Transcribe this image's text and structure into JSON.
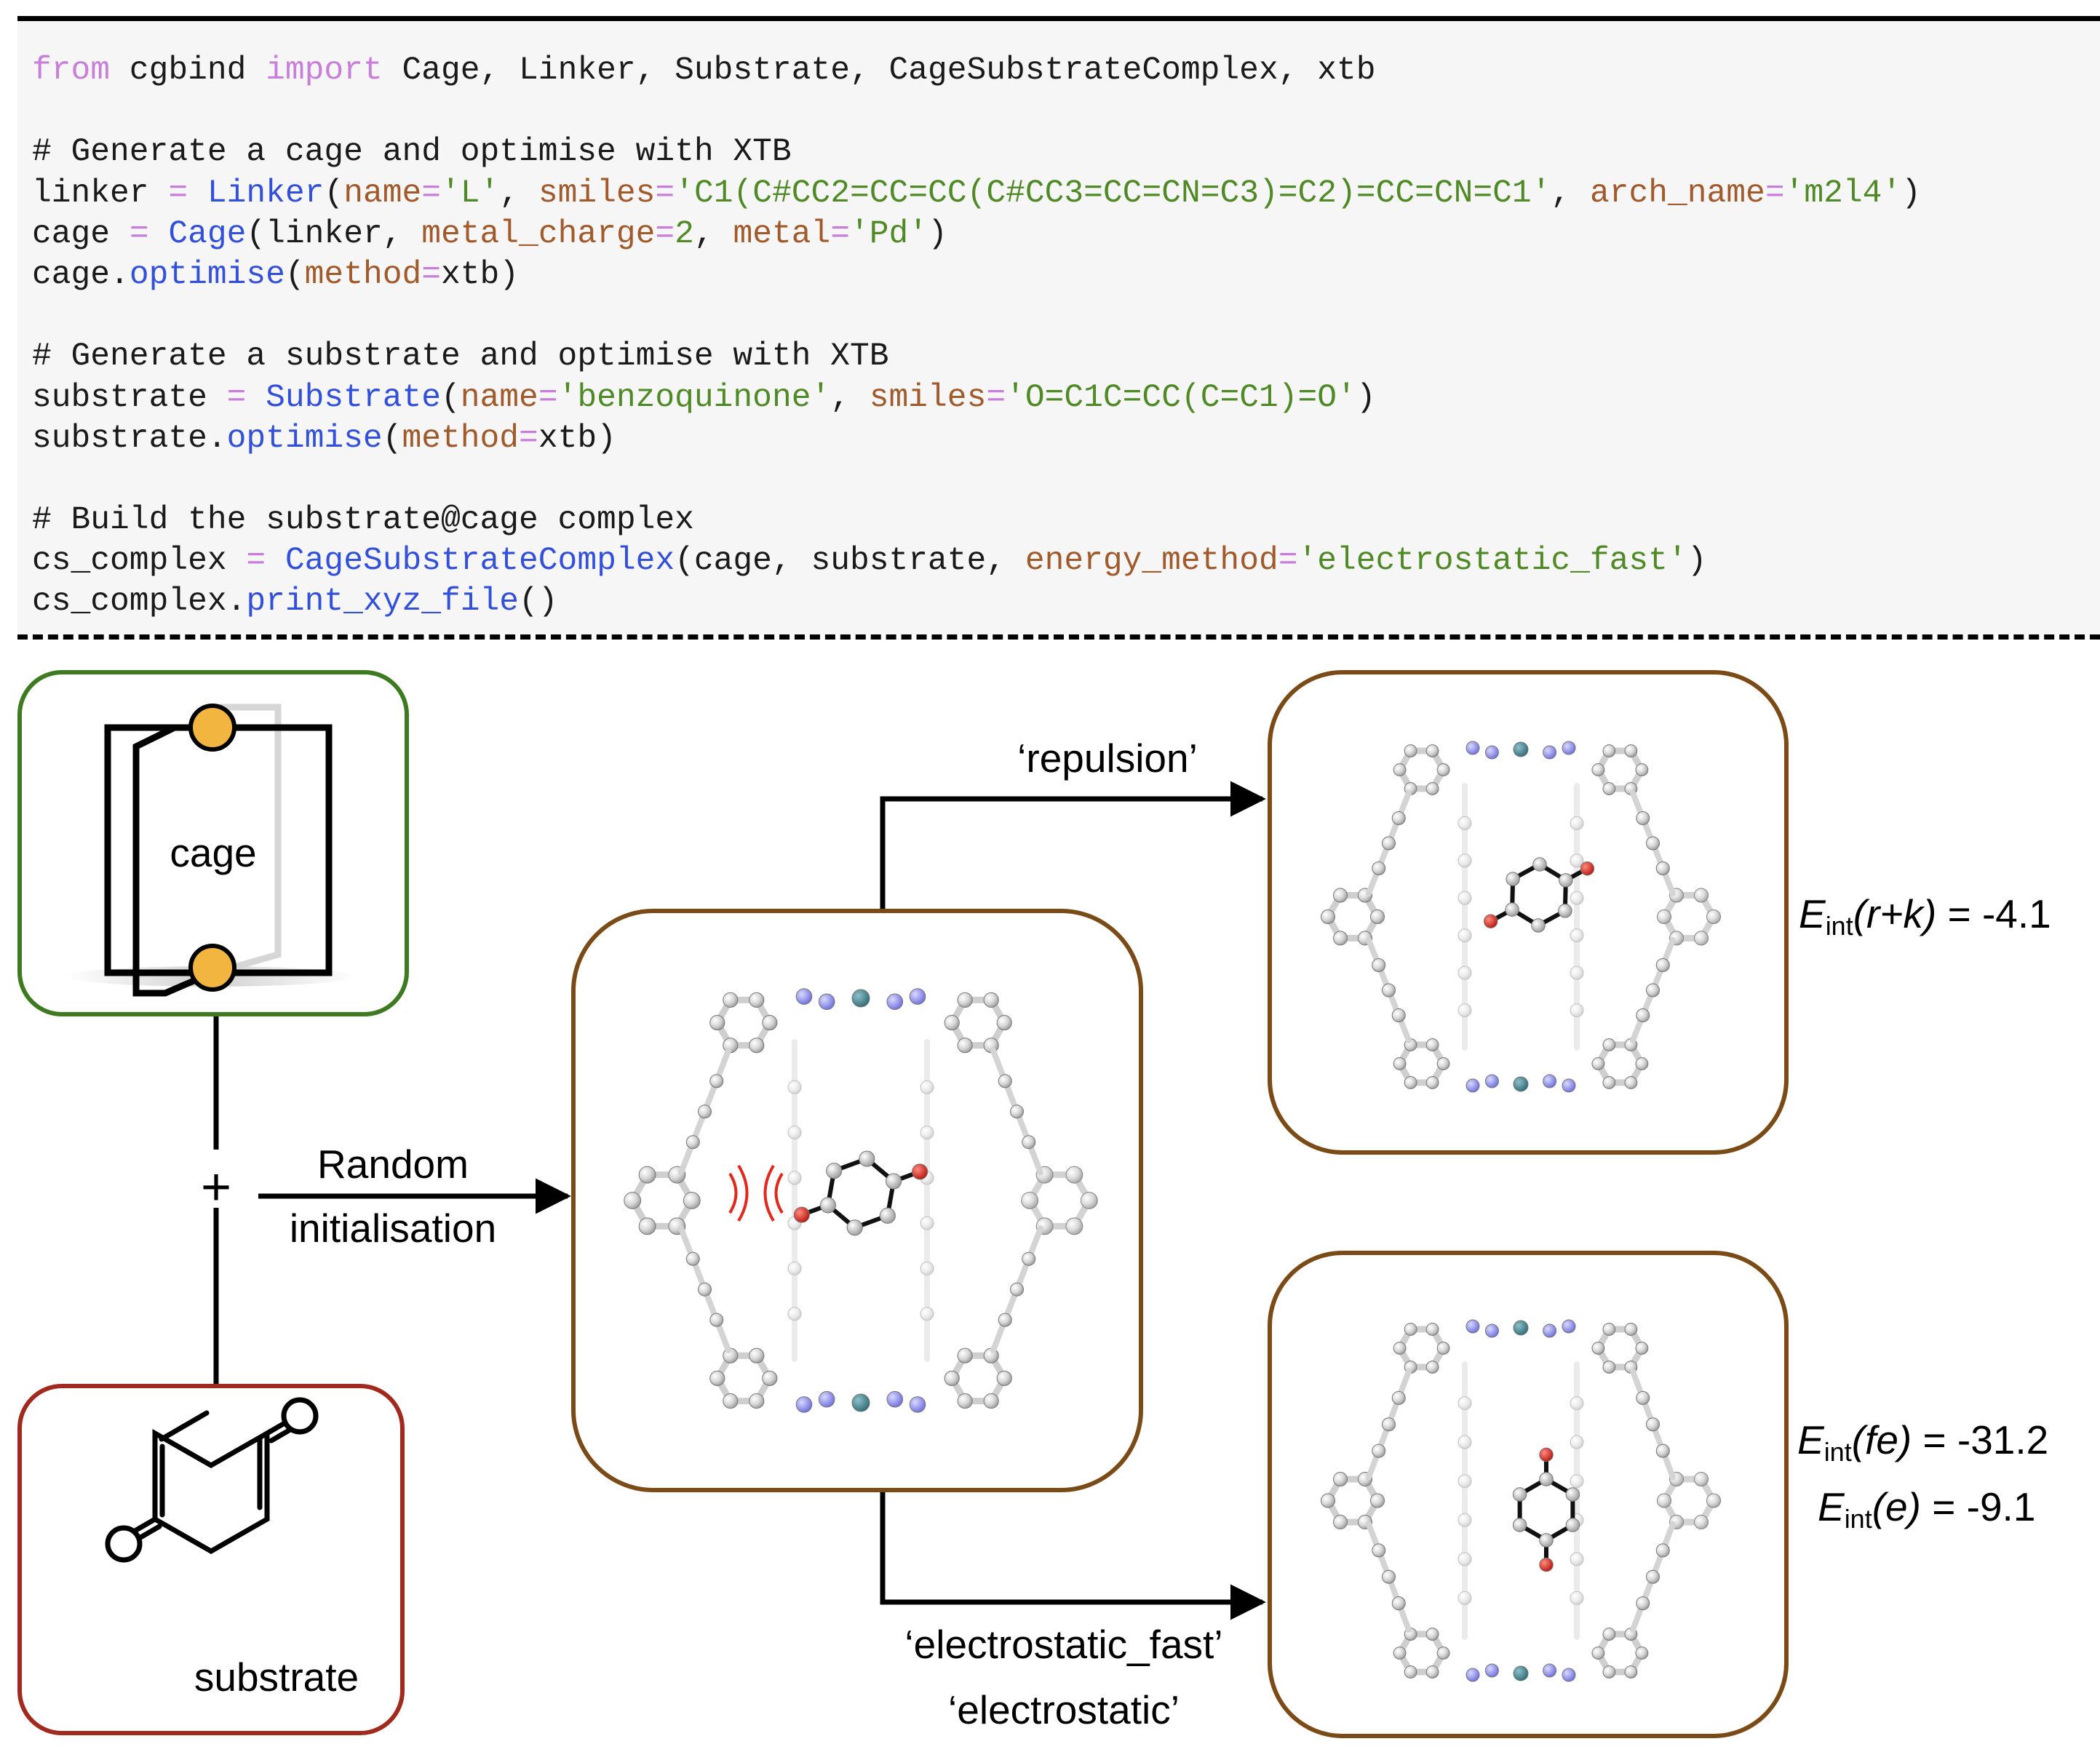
{
  "code": {
    "lines": [
      [
        [
          "kw",
          "from"
        ],
        [
          "t",
          " cgbind "
        ],
        [
          "kw",
          "import"
        ],
        [
          "t",
          " Cage, Linker, Substrate, CageSubstrateComplex, xtb"
        ]
      ],
      [],
      [
        [
          "cm",
          "# Generate a cage and optimise with XTB"
        ]
      ],
      [
        [
          "t",
          "linker "
        ],
        [
          "op",
          "="
        ],
        [
          "t",
          " "
        ],
        [
          "cls",
          "Linker"
        ],
        [
          "t",
          "("
        ],
        [
          "par",
          "name"
        ],
        [
          "op",
          "="
        ],
        [
          "str",
          "'L'"
        ],
        [
          "t",
          ", "
        ],
        [
          "par",
          "smiles"
        ],
        [
          "op",
          "="
        ],
        [
          "str",
          "'C1(C#CC2=CC=CC(C#CC3=CC=CN=C3)=C2)=CC=CN=C1'"
        ],
        [
          "t",
          ", "
        ],
        [
          "par",
          "arch_name"
        ],
        [
          "op",
          "="
        ],
        [
          "str",
          "'m2l4'"
        ],
        [
          "t",
          ")"
        ]
      ],
      [
        [
          "t",
          "cage "
        ],
        [
          "op",
          "="
        ],
        [
          "t",
          " "
        ],
        [
          "cls",
          "Cage"
        ],
        [
          "t",
          "(linker, "
        ],
        [
          "par",
          "metal_charge"
        ],
        [
          "op",
          "="
        ],
        [
          "str",
          "2"
        ],
        [
          "t",
          ", "
        ],
        [
          "par",
          "metal"
        ],
        [
          "op",
          "="
        ],
        [
          "str",
          "'Pd'"
        ],
        [
          "t",
          ")"
        ]
      ],
      [
        [
          "t",
          "cage."
        ],
        [
          "fn",
          "optimise"
        ],
        [
          "t",
          "("
        ],
        [
          "par",
          "method"
        ],
        [
          "op",
          "="
        ],
        [
          "t",
          "xtb)"
        ]
      ],
      [],
      [
        [
          "cm",
          "# Generate a substrate and optimise with XTB"
        ]
      ],
      [
        [
          "t",
          "substrate "
        ],
        [
          "op",
          "="
        ],
        [
          "t",
          " "
        ],
        [
          "cls",
          "Substrate"
        ],
        [
          "t",
          "("
        ],
        [
          "par",
          "name"
        ],
        [
          "op",
          "="
        ],
        [
          "str",
          "'benzoquinone'"
        ],
        [
          "t",
          ", "
        ],
        [
          "par",
          "smiles"
        ],
        [
          "op",
          "="
        ],
        [
          "str",
          "'O=C1C=CC(C=C1)=O'"
        ],
        [
          "t",
          ")"
        ]
      ],
      [
        [
          "t",
          "substrate."
        ],
        [
          "fn",
          "optimise"
        ],
        [
          "t",
          "("
        ],
        [
          "par",
          "method"
        ],
        [
          "op",
          "="
        ],
        [
          "t",
          "xtb)"
        ]
      ],
      [],
      [
        [
          "cm",
          "# Build the substrate@cage complex"
        ]
      ],
      [
        [
          "t",
          "cs_complex "
        ],
        [
          "op",
          "="
        ],
        [
          "t",
          " "
        ],
        [
          "cls",
          "CageSubstrateComplex"
        ],
        [
          "t",
          "(cage, substrate, "
        ],
        [
          "par",
          "energy_method"
        ],
        [
          "op",
          "="
        ],
        [
          "str",
          "'electrostatic_fast'"
        ],
        [
          "t",
          ")"
        ]
      ],
      [
        [
          "t",
          "cs_complex."
        ],
        [
          "fn",
          "print_xyz_file"
        ],
        [
          "t",
          "()"
        ]
      ]
    ]
  },
  "diagram": {
    "cage_label": "cage",
    "substrate_label": "substrate",
    "plus": "+",
    "random_label_1": "Random",
    "random_label_2": "initialisation",
    "repulsion_label": "‘repulsion’",
    "electrostatic_fast_label": "‘electrostatic_fast’",
    "electrostatic_label": "‘electrostatic’"
  },
  "energies": {
    "repulsion": {
      "symbol": "E",
      "sub": "int",
      "method": "(r+k)",
      "value": "= -4.1"
    },
    "electrostatic_fast": {
      "symbol": "E",
      "sub": "int",
      "method": "(fe)",
      "value": "= -31.2"
    },
    "electrostatic": {
      "symbol": "E",
      "sub": "int",
      "method": "(e)",
      "value": "= -9.1"
    }
  },
  "colors": {
    "code_bg": "#f6f6f6",
    "keyword": "#c77fd9",
    "class_fn": "#3350d8",
    "param": "#a05a2c",
    "string": "#4f8a26",
    "cage_box": "#3d7a20",
    "substrate_box": "#a02a1e",
    "complex_box": "#7a4a17",
    "metal_node": "#f2b640",
    "carbon": "#d8d8d8",
    "nitrogen": "#8c8cf0",
    "palladium": "#3f7f8c",
    "oxygen": "#e0281c"
  }
}
